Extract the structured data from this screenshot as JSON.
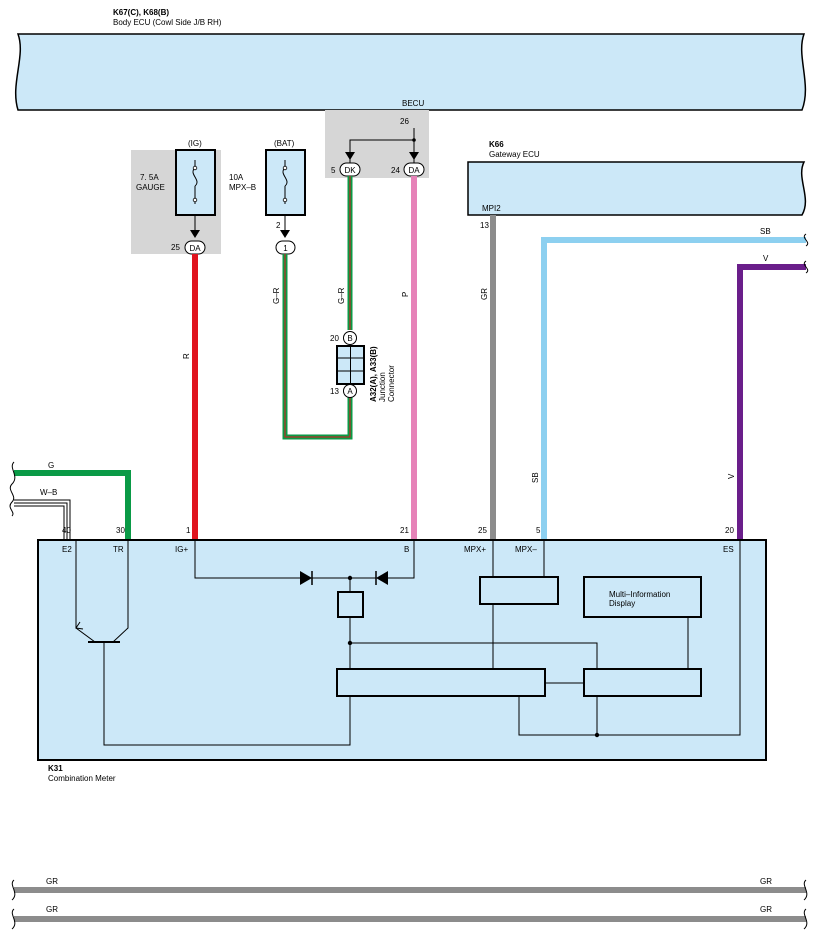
{
  "body_ecu": {
    "code": "K67(C), K68(B)",
    "name": "Body ECU (Cowl Side J/B RH)",
    "terminal_group": "BECU",
    "pin26": "26",
    "pin5": "5",
    "conn_dk": "DK",
    "pin24": "24",
    "conn_da": "DA"
  },
  "fuses": {
    "ig": {
      "title": "(IG)",
      "rating": "7. 5A",
      "name": "GAUGE",
      "pin": "25",
      "conn": "DA"
    },
    "bat": {
      "title": "(BAT)",
      "rating": "10A",
      "name": "MPX–B",
      "pin": "2",
      "conn": "1"
    }
  },
  "gateway_ecu": {
    "code": "K66",
    "name": "Gateway ECU",
    "terminal": "MPI2",
    "pin": "13"
  },
  "junction_connector": {
    "code": "A32(A), A33(B)",
    "name_line1": "Junction",
    "name_line2": "Connector",
    "pin_top": "20",
    "conn_top": "B",
    "pin_bottom": "13",
    "conn_bottom": "A"
  },
  "wires": {
    "r": "R",
    "gr_left": "G–R",
    "gr_right": "G–R",
    "p": "P",
    "gr": "GR",
    "sb_top": "SB",
    "sb_side": "SB",
    "v_top": "V",
    "v_side": "V",
    "g": "G",
    "wb": "W–B",
    "gr_bottom1_left": "GR",
    "gr_bottom1_right": "GR",
    "gr_bottom2_left": "GR",
    "gr_bottom2_right": "GR"
  },
  "meter": {
    "code": "K31",
    "name": "Combination Meter",
    "mid_label_line1": "Multi–Information",
    "mid_label_line2": "Display",
    "pins": [
      {
        "num": "40",
        "term": "E2"
      },
      {
        "num": "30",
        "term": "TR"
      },
      {
        "num": "1",
        "term": "IG+"
      },
      {
        "num": "21",
        "term": "B"
      },
      {
        "num": "25",
        "term": "MPX+"
      },
      {
        "num": "5",
        "term": "MPX–"
      },
      {
        "num": "20",
        "term": "ES"
      }
    ]
  },
  "colors": {
    "box_fill": "#cce8f8",
    "red": "#e0141e",
    "green": "#0a9a46",
    "pink": "#e682b8",
    "gray": "#8c8c8c",
    "sky": "#8dd0f0",
    "violet": "#6a1e8a"
  }
}
